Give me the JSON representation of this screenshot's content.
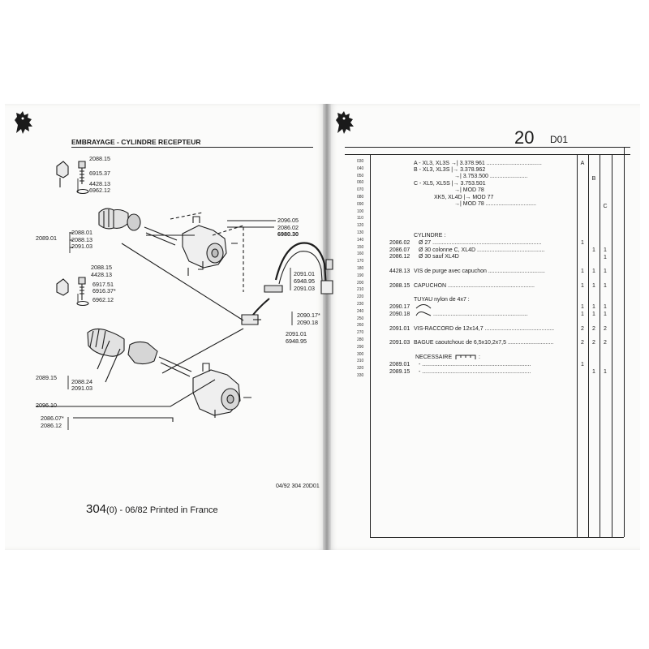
{
  "left_page": {
    "title": "EMBRAYAGE - CYLINDRE RECEPTEUR",
    "ref_code": "04/92  304  20D01",
    "footer_model": "304",
    "footer_rest": "(0) - 06/82 Printed in France",
    "labels": {
      "l1": "2088.15",
      "l2": "6915.37",
      "l3": "4428.13",
      "l4": "6962.12",
      "l5": "2089.01",
      "l6": "2088.01",
      "l7": "2088.13",
      "l8": "2091.03",
      "l9": "2088.15",
      "l10": "4428.13",
      "l11": "6917.51",
      "l12": "6916.37*",
      "l13": "6962.12",
      "l14": "2096.05",
      "l15": "2086.02",
      "l16": "6980.30",
      "l17": "2091.01",
      "l18": "6948.95",
      "l19": "2091.03",
      "l20": "2090.17*",
      "l21": "2090.18",
      "l22": "2091.01",
      "l23": "6948.95",
      "l24": "2089.15",
      "l25": "2088.24",
      "l26": "2091.03",
      "l27": "2096.10",
      "l28": "2086.07*",
      "l29": "2086.12"
    }
  },
  "right_page": {
    "page_number": "20",
    "section": "D01",
    "row_numbers": [
      "030",
      "040",
      "050",
      "060",
      "070",
      "080",
      "090",
      "100",
      "110",
      "120",
      "130",
      "140",
      "150",
      "160",
      "170",
      "180",
      "190",
      "200",
      "210",
      "220",
      "230",
      "240",
      "250",
      "260",
      "270",
      "280",
      "290",
      "300",
      "310",
      "320",
      "330"
    ],
    "column_headers": {
      "a": "A",
      "b": "B",
      "c": "C"
    },
    "variants": {
      "v1": "A - XL3, XL3S →| 3.378.961 ...................................",
      "v2": "B - XL3, XL3S |→ 3.378.962",
      "v3": "→| 3.753.500 ........................",
      "v4": "C - XL5, XL5S |→ 3.753.501",
      "v5": "→| MOD 78",
      "v6": "XK5, XL4D |→ MOD 77",
      "v7": "→| MOD 78 ................................"
    },
    "cylindre": {
      "heading": "CYLINDRE :",
      "r1_ref": "2086.02",
      "r1_desc": "Ø 27 .....................................................................",
      "r1_a": "1",
      "r2_ref": "2086.07",
      "r2_desc": "Ø 30 colonne C, XL4D ...........................................",
      "r2_b": "1",
      "r2_c": "1",
      "r3_ref": "2086.12",
      "r3_desc": "Ø 30 sauf XL4D",
      "r3_c": "1"
    },
    "vis_purge": {
      "ref": "4428.13",
      "desc": "VIS de purge avec capuchon ....................................",
      "a": "1",
      "b": "1",
      "c": "1"
    },
    "capuchon": {
      "ref": "2088.15",
      "desc": "CAPUCHON .......................................................",
      "a": "1",
      "b": "1",
      "c": "1"
    },
    "tuyau": {
      "heading": "TUYAU nylon de 4x7 :",
      "r1_ref": "2090.17",
      "r1_a": "1",
      "r1_b": "1",
      "r1_c": "1",
      "r2_ref": "2090.18",
      "r2_desc": "............................................................",
      "r2_a": "1",
      "r2_b": "1",
      "r2_c": "1"
    },
    "vis_raccord": {
      "ref": "2091.01",
      "desc": "VIS-RACCORD de 12x14,7 ............................................",
      "a": "2",
      "b": "2",
      "c": "2"
    },
    "bague": {
      "ref": "2091.03",
      "desc": "BAGUE caoutchouc de 6,5x10,2x7,5 .............................",
      "a": "2",
      "b": "2",
      "c": "2"
    },
    "necessaire": {
      "heading": "NECESSAIRE",
      "heading_suffix": ":",
      "r1_ref": "2089.01",
      "r1_desc": "- .....................................................................",
      "r1_a": "1",
      "r2_ref": "2089.15",
      "r2_desc": "- .....................................................................",
      "r2_b": "1",
      "r2_c": "1"
    }
  }
}
